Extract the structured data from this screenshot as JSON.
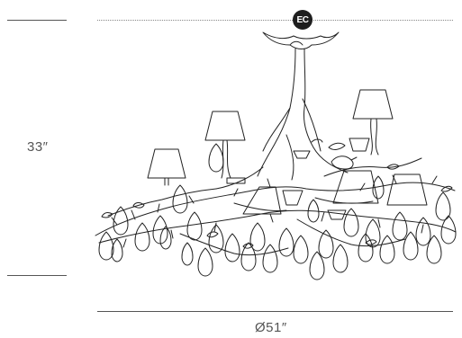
{
  "dimensions": {
    "height_label": "33″",
    "width_label": "Ø51″"
  },
  "badge": {
    "label": "EC",
    "color": "#1e1e1e"
  },
  "illustration": {
    "icon": "chandelier-line-drawing",
    "stroke_color": "#222222"
  }
}
